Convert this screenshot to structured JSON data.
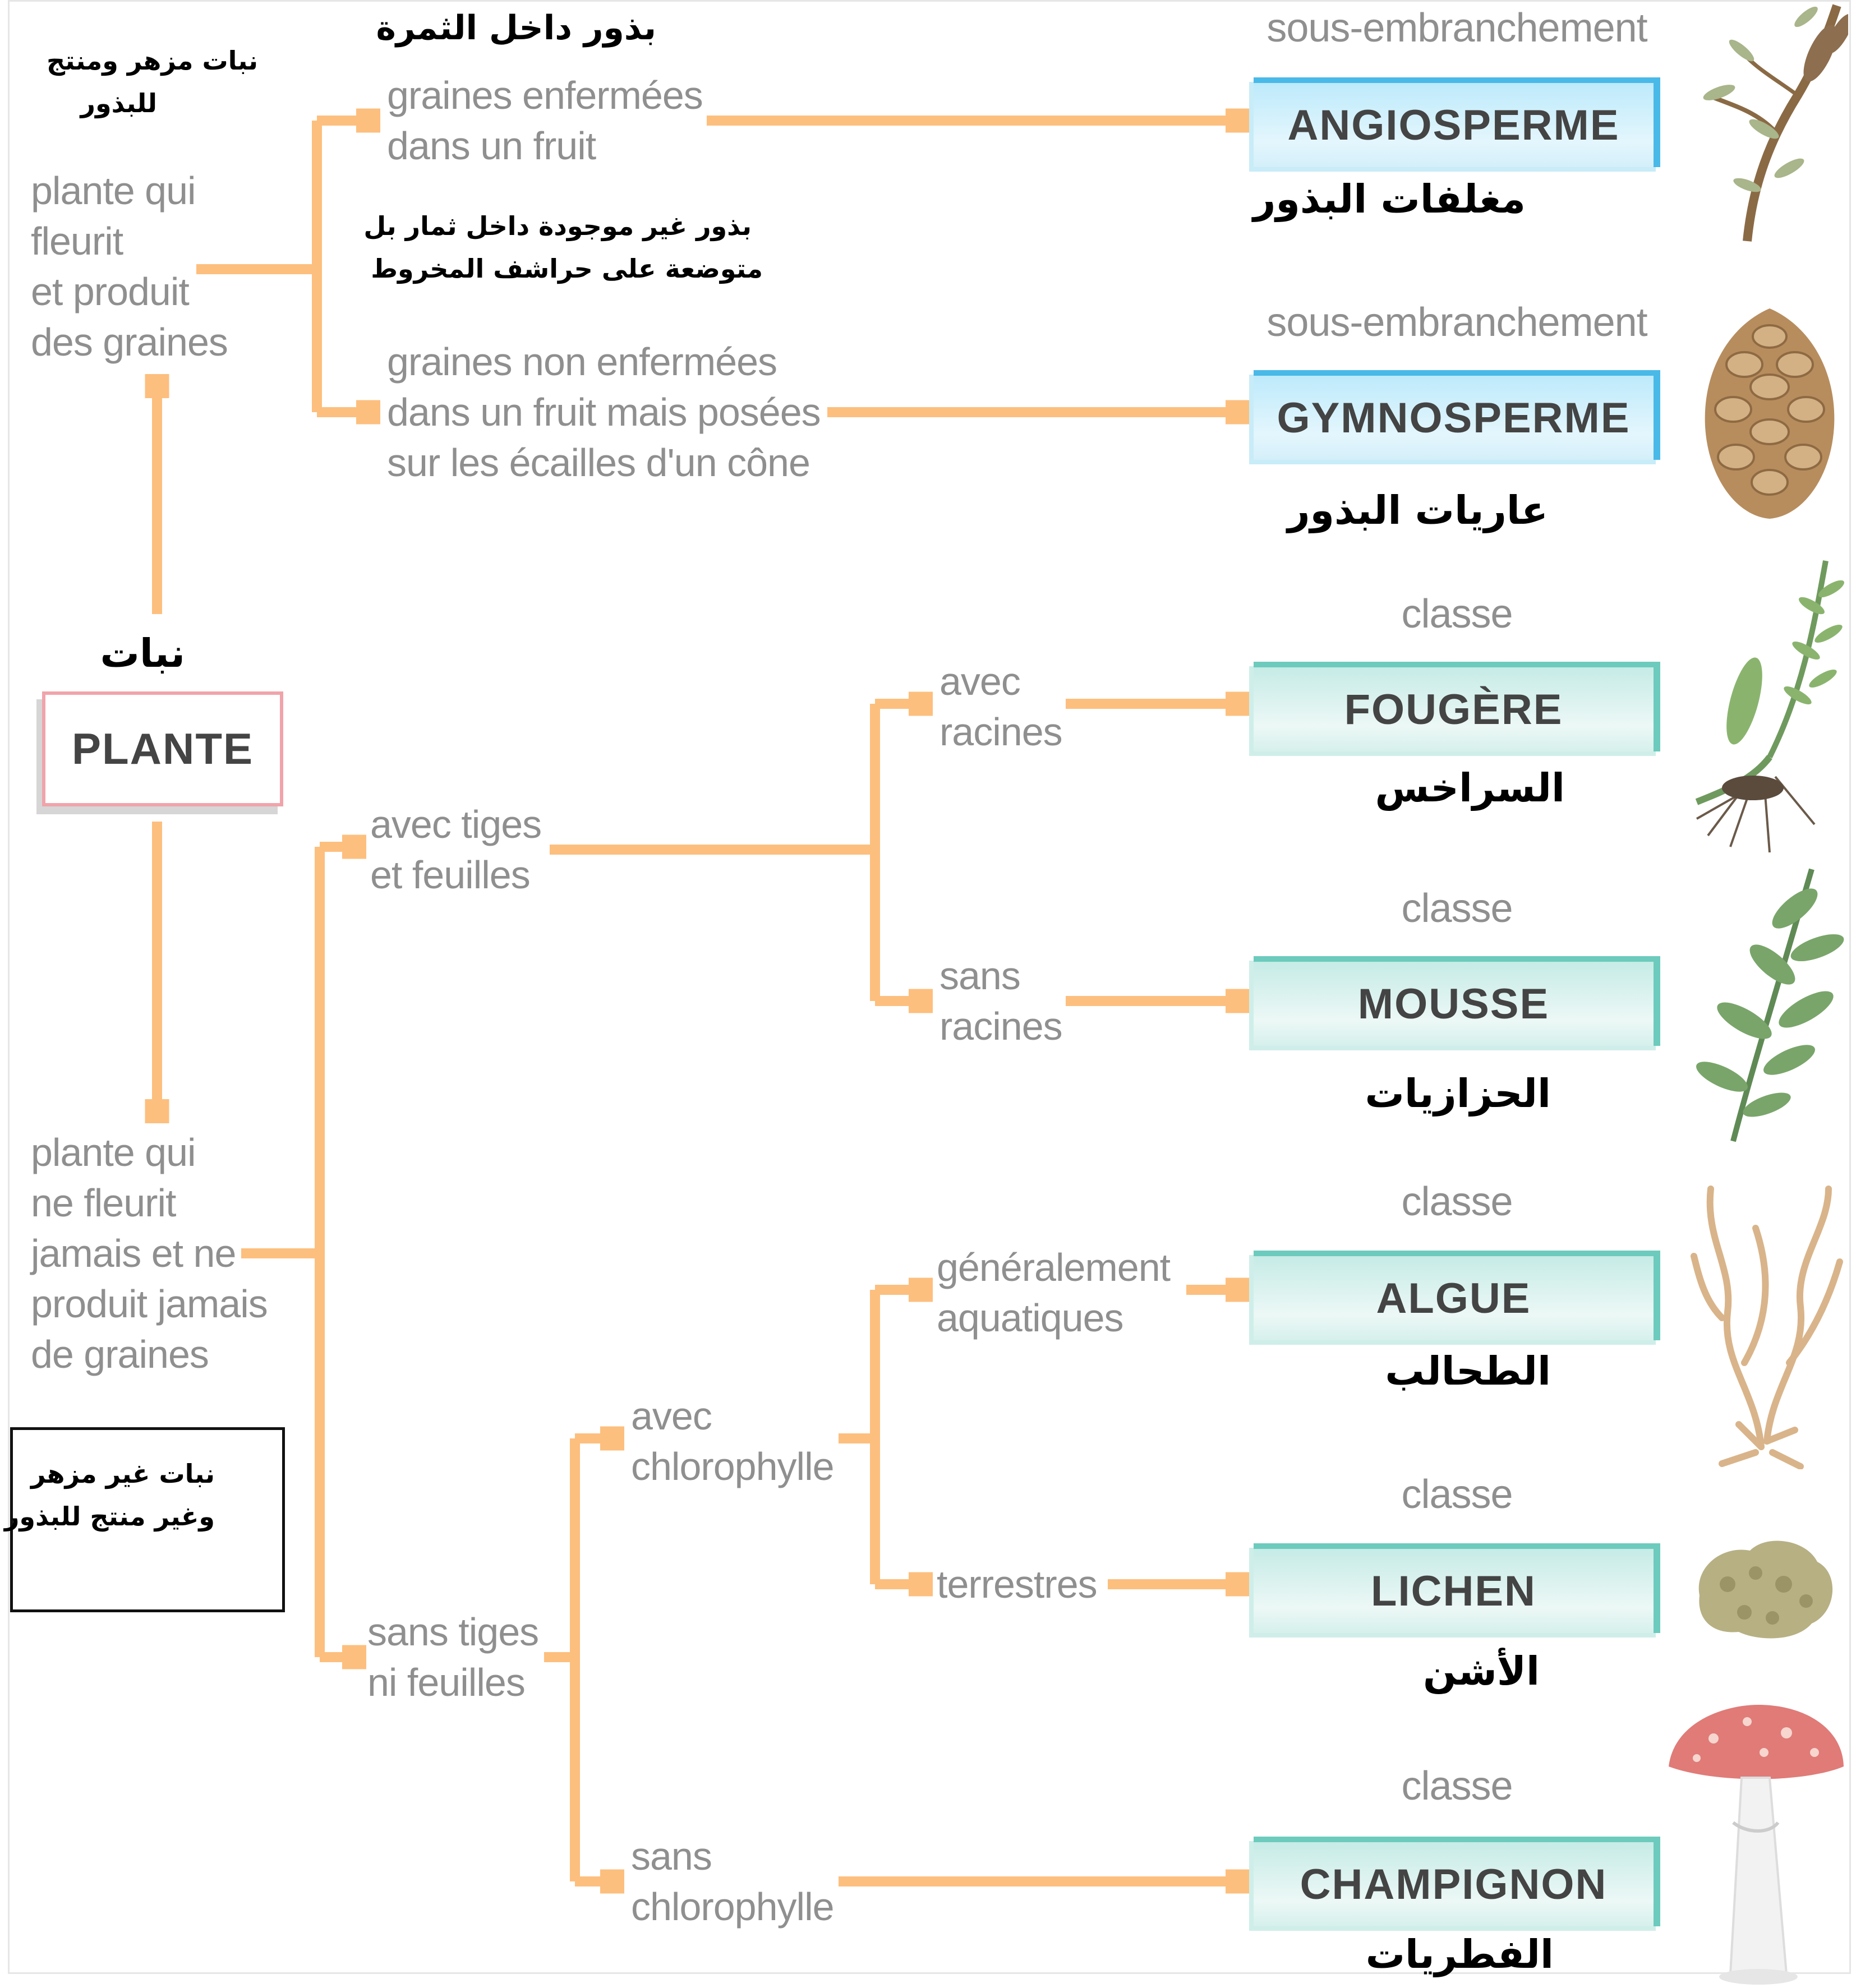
{
  "arabic": {
    "plant": "نبات",
    "flowering": [
      "نبات مزهر ومنتج",
      "للبذور"
    ],
    "seeds_in_fruit": "بذور داخل الثمرة",
    "seeds_not_in_fruit": [
      "بذور غير موجودة داخل ثمار بل",
      "متوضعة على حراشف المخروط"
    ],
    "non_flowering": [
      "نبات غير مزهر",
      "وغير منتج للبذور"
    ]
  },
  "root": {
    "label": "PLANTE"
  },
  "branches": {
    "flowering": [
      "plante qui",
      "fleurit",
      "et produit",
      "des graines"
    ],
    "non_flowering": [
      "plante qui",
      "ne fleurit",
      "jamais et ne",
      "produit jamais",
      "de graines"
    ],
    "enclosed": [
      "graines enfermées",
      "dans un fruit"
    ],
    "not_enclosed": [
      "graines non enfermées",
      "dans un fruit mais posées",
      "sur les écailles d'un cône"
    ],
    "stems_leaves": [
      "avec tiges",
      "et feuilles"
    ],
    "no_stems": [
      "sans tiges",
      "ni feuilles"
    ],
    "roots": [
      "avec",
      "racines"
    ],
    "no_roots": [
      "sans",
      "racines"
    ],
    "chlorophyll": [
      "avec",
      "chlorophylle"
    ],
    "no_chlorophyll": [
      "sans",
      "chlorophylle"
    ],
    "aquatic": [
      "généralement",
      "aquatiques"
    ],
    "terrestrial": "terrestres"
  },
  "groups": [
    {
      "rank": "sous-embranchement",
      "name": "ANGIOSPERME",
      "arabic": "مغلفات البذور",
      "color": "#49b9e8",
      "icon": "flowering-plant-icon"
    },
    {
      "rank": "sous-embranchement",
      "name": "GYMNOSPERME",
      "arabic": "عاريات البذور",
      "color": "#49b9e8",
      "icon": "pine-cone-icon"
    },
    {
      "rank": "classe",
      "name": "FOUGÈRE",
      "arabic": "السراخس",
      "color": "#6ccbbd",
      "icon": "fern-icon"
    },
    {
      "rank": "classe",
      "name": "MOUSSE",
      "arabic": "الحزازيات",
      "color": "#6ccbbd",
      "icon": "moss-icon"
    },
    {
      "rank": "classe",
      "name": "ALGUE",
      "arabic": "الطحالب",
      "color": "#6ccbbd",
      "icon": "seaweed-icon"
    },
    {
      "rank": "classe",
      "name": "LICHEN",
      "arabic": "الأشن",
      "color": "#6ccbbd",
      "icon": "lichen-icon"
    },
    {
      "rank": "classe",
      "name": "CHAMPIGNON",
      "arabic": "الفطريات",
      "color": "#6ccbbd",
      "icon": "mushroom-icon"
    }
  ],
  "connector_color": "#fdbf7e"
}
